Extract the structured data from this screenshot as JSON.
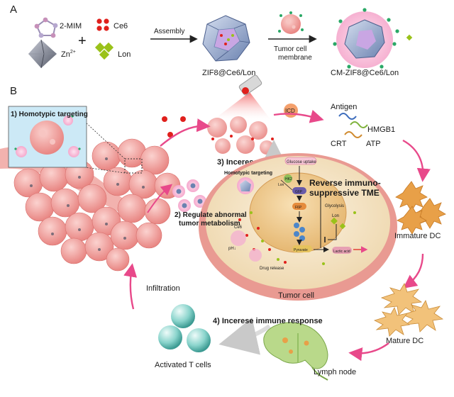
{
  "panel_a": {
    "label": "A",
    "reagents": {
      "mim": "2-MIM",
      "zn": "Zn",
      "zn_sup": "2+",
      "ce6": "Ce6",
      "lon": "Lon",
      "plus": "+"
    },
    "step1_label": "Assembly",
    "product1": "ZIF8@Ce6/Lon",
    "step2_label_line1": "Tumor cell",
    "step2_label_line2": "membrane",
    "product2": "CM-ZIF8@Ce6/Lon"
  },
  "panel_b": {
    "label": "B",
    "homotypic_box": "1) Homotypic targeting",
    "increase_pdt": "3) Incerese PDT",
    "icd": "ICD",
    "antigen": "Antigen",
    "hmgb1": "HMGB1",
    "crt": "CRT",
    "atp": "ATP",
    "regulate_line1": "2) Regulate abnormal",
    "regulate_line2": "tumor metabolism",
    "homotypic_small": "Homotypic targeting",
    "reverse_line1": "Reverse immuno-",
    "reverse_line2": "suppressive TME",
    "glucose_uptake": "Glucose uptake",
    "glycolysis": "Glycolysis",
    "lon_small": "Lon",
    "lactic_acid": "Lactic acid",
    "pyruvate": "Pyruvate",
    "drug_release": "Drug release",
    "ph": "pH↓",
    "ce6_small": "Ce6",
    "hk2": "HK2",
    "g6p": "G6P",
    "f6p": "F6P",
    "tumor_cell": "Tumor cell",
    "immature_dc": "Immature DC",
    "mature_dc": "Mature DC",
    "lymph_node": "Lymph node",
    "increase_immune": "4) Incerese  immune response",
    "activated_t": "Activated T cells",
    "infiltration": "Infiltration"
  },
  "colors": {
    "arrow_pink": "#e8498a",
    "tumor_pink": "#f2a2a0",
    "cytoplasm": "#f6e6c8",
    "nucleus": "#f2cf96",
    "ce6_red": "#e0201c",
    "lon_green": "#9ac21a",
    "dc_orange": "#e8a048",
    "tcell_teal": "#7cc9c2",
    "lymph_green": "#b9d98a"
  }
}
